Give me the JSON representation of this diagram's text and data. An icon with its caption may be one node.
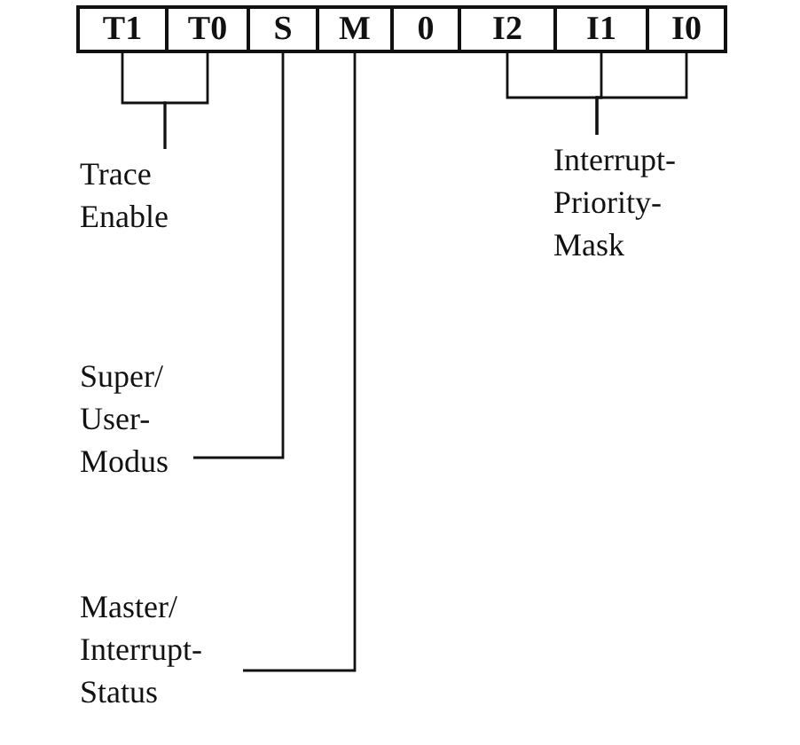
{
  "diagram": {
    "nodes": [
      {
        "text": [
          "T1"
        ]
      },
      {
        "text": [
          "T0"
        ]
      },
      {
        "text": [
          "S"
        ]
      },
      {
        "text": [
          "M"
        ]
      },
      {
        "text": [
          "0"
        ]
      },
      {
        "text": [
          "I2"
        ]
      },
      {
        "text": [
          "I1"
        ]
      },
      {
        "text": [
          "I0"
        ]
      },
      {
        "text": [
          "Trace Enable"
        ]
      },
      {
        "text": [
          "Interrupt- Priority- Mask"
        ]
      },
      {
        "text": [
          "Super/ User- Modus"
        ]
      },
      {
        "text": [
          "Master/ Interrupt- Status"
        ]
      }
    ],
    "edges": [
      {
        "from": 0,
        "to": 8,
        "arrow": "none"
      },
      {
        "from": 1,
        "to": 8,
        "arrow": "none"
      },
      {
        "from": 5,
        "to": 9,
        "arrow": "none"
      },
      {
        "from": 6,
        "to": 9,
        "arrow": "none"
      },
      {
        "from": 7,
        "to": 9,
        "arrow": "none"
      },
      {
        "from": 2,
        "to": 10,
        "arrow": "none"
      },
      {
        "from": 3,
        "to": 11,
        "arrow": "none"
      }
    ]
  }
}
